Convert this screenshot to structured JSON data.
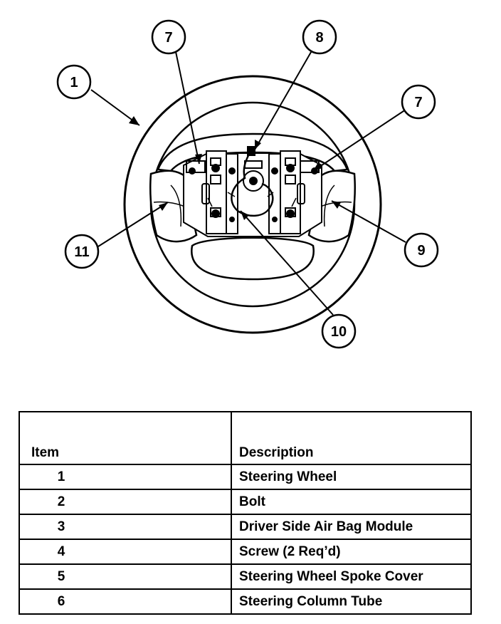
{
  "callouts": [
    {
      "id": "c1",
      "label": "1"
    },
    {
      "id": "c7a",
      "label": "7"
    },
    {
      "id": "c8",
      "label": "8"
    },
    {
      "id": "c7b",
      "label": "7"
    },
    {
      "id": "c11",
      "label": "11"
    },
    {
      "id": "c9",
      "label": "9"
    },
    {
      "id": "c10",
      "label": "10"
    }
  ],
  "table": {
    "headers": {
      "item": "Item",
      "description": "Description"
    },
    "rows": [
      {
        "item": "1",
        "description": "Steering Wheel"
      },
      {
        "item": "2",
        "description": "Bolt"
      },
      {
        "item": "3",
        "description": "Driver Side Air Bag Module"
      },
      {
        "item": "4",
        "description": "Screw (2 Req’d)"
      },
      {
        "item": "5",
        "description": "Steering Wheel Spoke Cover"
      },
      {
        "item": "6",
        "description": "Steering Column Tube"
      }
    ]
  }
}
